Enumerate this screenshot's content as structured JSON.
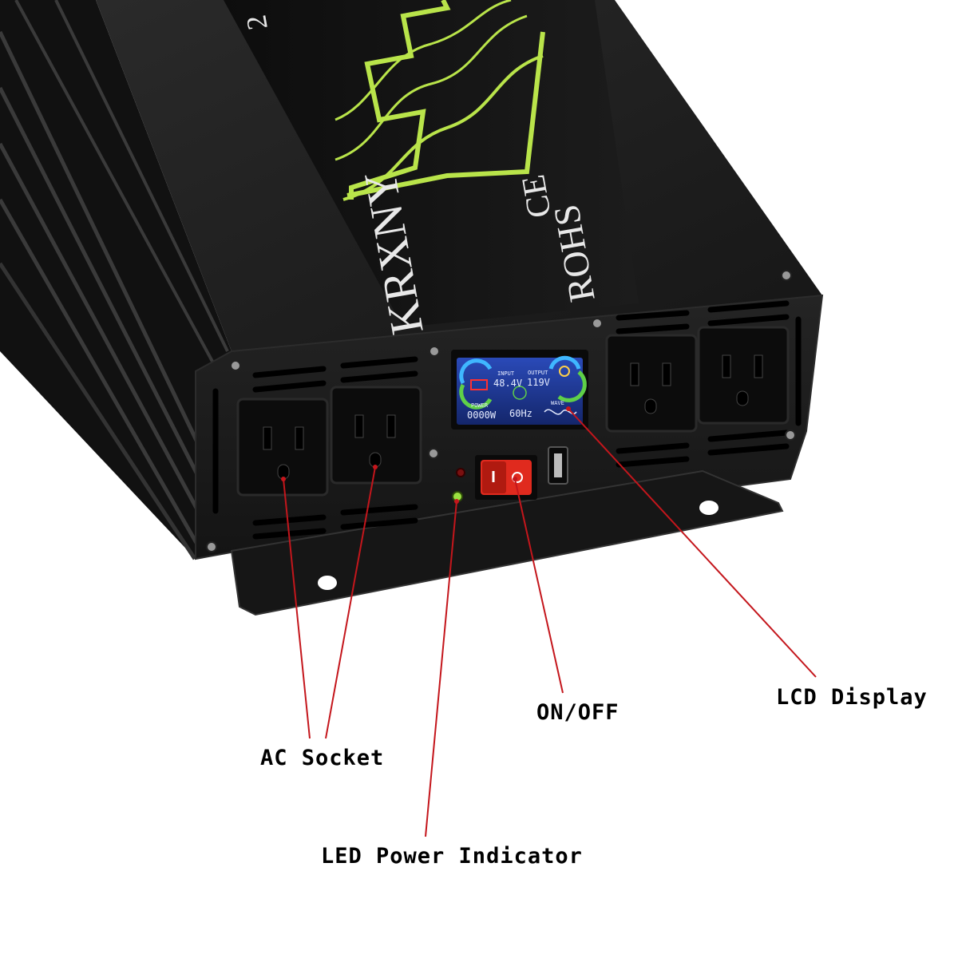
{
  "product": {
    "brand": "KRXNY",
    "cert": "ROHS",
    "ce_mark": "CE",
    "model_fragment": "2"
  },
  "lcd": {
    "input_label": "INPUT",
    "input_value": "48.4V",
    "output_label": "OUTPUT",
    "output_value": "119V",
    "power_label": "POWER",
    "power_value": "0000W",
    "freq_value": "60Hz",
    "wave_label": "WAVE"
  },
  "labels": {
    "ac_socket": "AC Socket",
    "led_indicator": "LED Power Indicator",
    "on_off": "ON/OFF",
    "lcd_display": "LCD Display"
  },
  "colors": {
    "housing": "#1b1b1b",
    "accent_wave": "#b9e44a",
    "callout_line": "#c4161c",
    "switch": "#e02a1e",
    "lcd_bg": "#1f3a9a"
  },
  "icons": [
    "battery-icon",
    "bulb-icon",
    "sine-wave-icon",
    "screw-icon"
  ]
}
